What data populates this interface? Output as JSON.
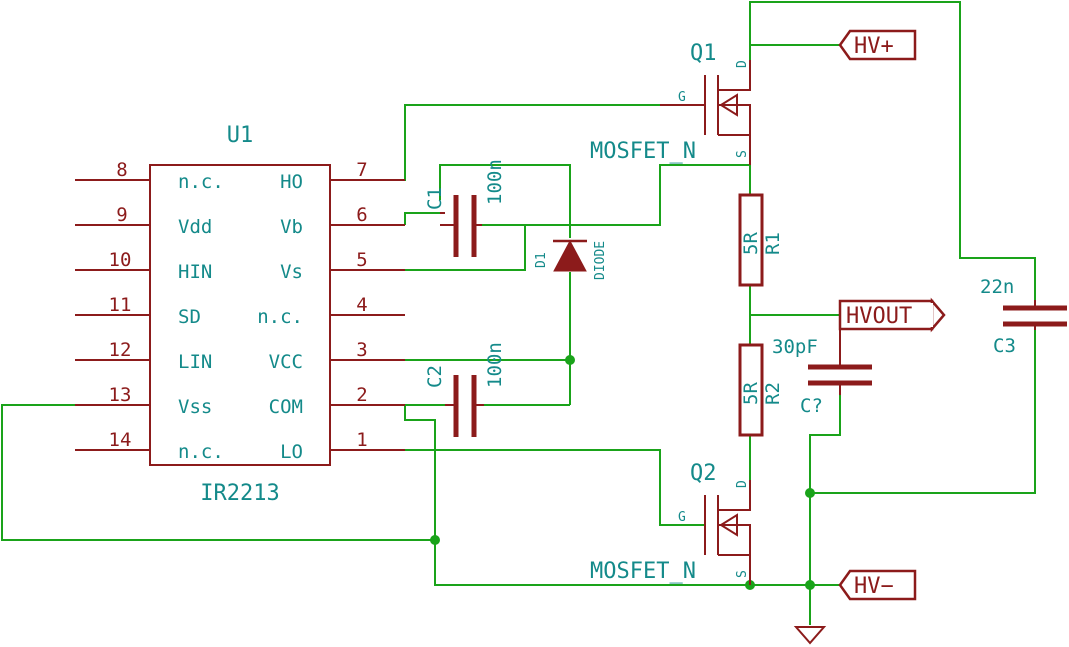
{
  "ic": {
    "ref": "U1",
    "value": "IR2213",
    "left_pins": [
      {
        "num": "8",
        "name": "n.c."
      },
      {
        "num": "9",
        "name": "Vdd"
      },
      {
        "num": "10",
        "name": "HIN"
      },
      {
        "num": "11",
        "name": "SD"
      },
      {
        "num": "12",
        "name": "LIN"
      },
      {
        "num": "13",
        "name": "Vss"
      },
      {
        "num": "14",
        "name": "n.c."
      }
    ],
    "right_pins": [
      {
        "num": "7",
        "name": "HO"
      },
      {
        "num": "6",
        "name": "Vb"
      },
      {
        "num": "5",
        "name": "Vs"
      },
      {
        "num": "4",
        "name": "n.c."
      },
      {
        "num": "3",
        "name": "VCC"
      },
      {
        "num": "2",
        "name": "COM"
      },
      {
        "num": "1",
        "name": "LO"
      }
    ]
  },
  "components": {
    "c1": {
      "ref": "C1",
      "value": "100n"
    },
    "c2": {
      "ref": "C2",
      "value": "100n"
    },
    "d1": {
      "ref": "D1",
      "value": "DIODE"
    },
    "q1": {
      "ref": "Q1",
      "value": "MOSFET_N",
      "pin_g": "G",
      "pin_d": "D",
      "pin_s": "S"
    },
    "q2": {
      "ref": "Q2",
      "value": "MOSFET_N",
      "pin_g": "G",
      "pin_d": "D",
      "pin_s": "S"
    },
    "r1": {
      "ref": "R1",
      "value": "5R"
    },
    "r2": {
      "ref": "R2",
      "value": "5R"
    },
    "c_out": {
      "ref": "C?",
      "value": "30pF"
    },
    "c3": {
      "ref": "C3",
      "value": "22n"
    }
  },
  "net_labels": {
    "hv_plus": "HV+",
    "hvout": "HVOUT",
    "hv_minus": "HV−"
  },
  "colors": {
    "wire": "#1aa31a",
    "component": "#8c1b1b",
    "text": "#148a8a"
  }
}
